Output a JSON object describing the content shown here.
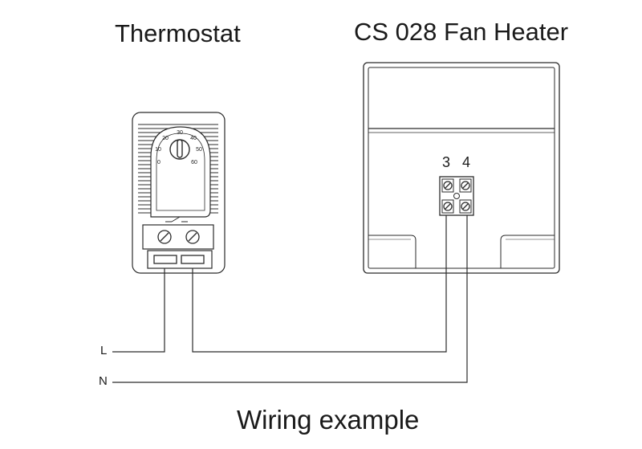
{
  "thermostat": {
    "title": "Thermostat",
    "dial_scale": [
      "0",
      "10",
      "20",
      "30",
      "40",
      "50",
      "60"
    ]
  },
  "heater": {
    "title": "CS 028 Fan Heater",
    "terminals": [
      "3",
      "4"
    ]
  },
  "supply": {
    "lines": [
      "L",
      "N"
    ]
  },
  "caption": "Wiring example",
  "colors": {
    "line": "#2b2b2b",
    "fill_light": "#ececec",
    "fill_grey": "#d6d6d6"
  }
}
